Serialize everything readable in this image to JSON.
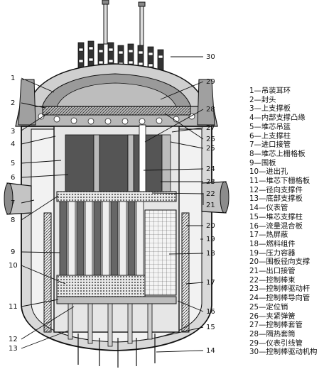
{
  "callouts_left": [
    "1",
    "2",
    "3",
    "4",
    "5",
    "6",
    "7",
    "8",
    "9",
    "10",
    "11",
    "12",
    "13"
  ],
  "callouts_right": [
    "30",
    "29",
    "28",
    "27",
    "26",
    "25",
    "24",
    "23",
    "22",
    "21",
    "20",
    "19",
    "18",
    "17",
    "16",
    "15",
    "14"
  ],
  "legend": [
    "1—吊装耳环",
    "2—封头",
    "3—上支撑板",
    "4—内部支撑凸缘",
    "5—堆芯吊篮",
    "6—上支撑柱",
    "7—进口接管",
    "8—堆芯上栅格板",
    "9—围板",
    "10—进出孔",
    "11—堆芯下栅格板",
    "12—径向支撑件",
    "13—底部支撑板",
    "14—仪表管",
    "15—堆芯支撑柱",
    "16—流量混合板",
    "17—热屏蔽",
    "18—燃料组件",
    "19—压力容器",
    "20—围板径向支撑",
    "21—出口接管",
    "22—控制棒束",
    "23—控制棒驱动杆",
    "24—控制棒导向管",
    "25—定位销",
    "26—夹紧弹簧",
    "27—控制棒套管",
    "28—隔热套筒",
    "29—仪表引线管",
    "30—控制棒驱动机构"
  ]
}
